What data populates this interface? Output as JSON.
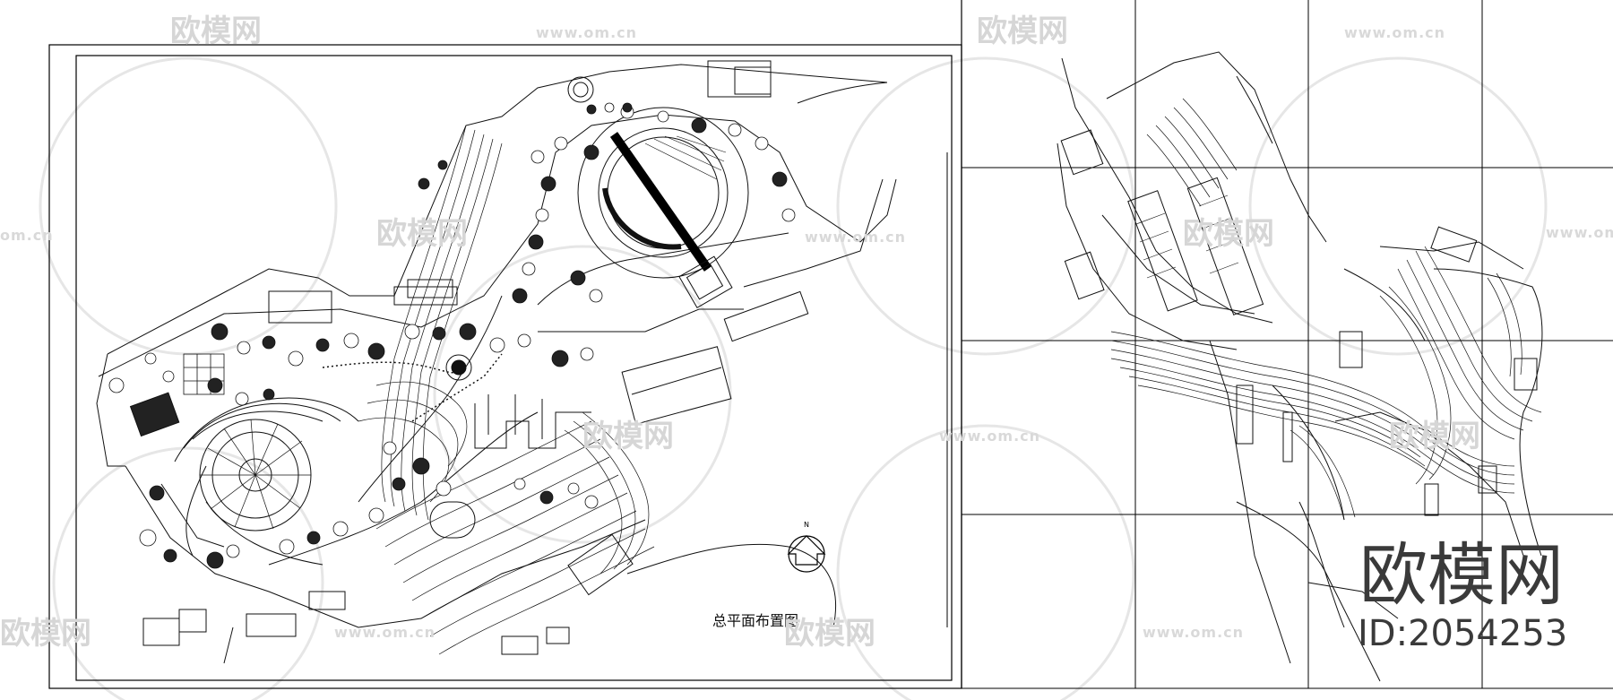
{
  "sheet_left": {
    "title": "总平面布置图",
    "north_label": "N"
  },
  "watermarks": {
    "brand": "欧模网",
    "url": "www.om.cn",
    "url_short": "om.cn"
  },
  "branding": {
    "logo": "欧模网",
    "id": "ID:2054253"
  }
}
